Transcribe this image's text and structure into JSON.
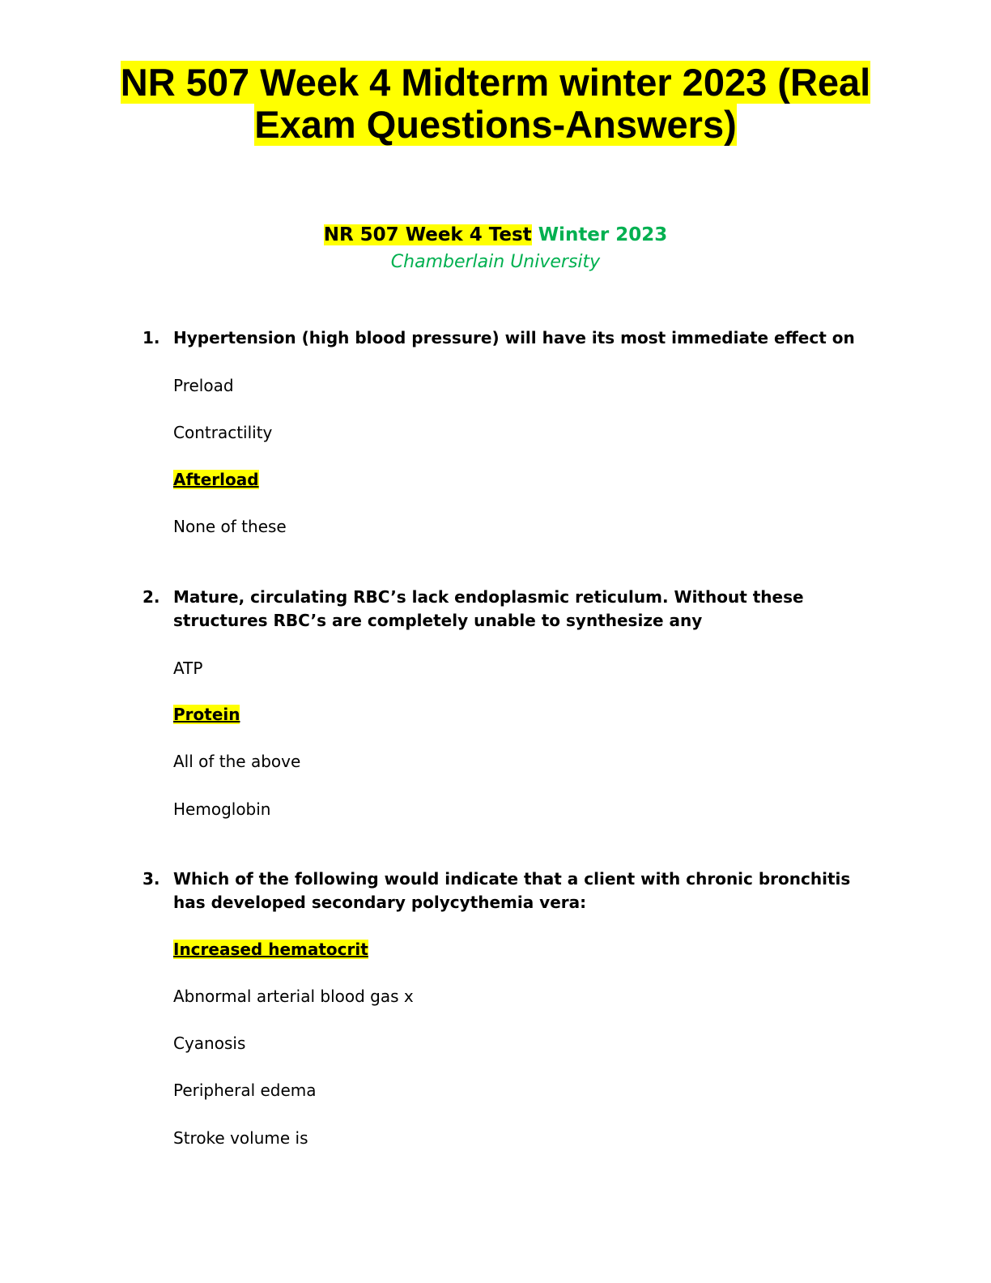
{
  "document": {
    "title_line1": "NR 507 Week 4 Midterm winter 2023 (Real",
    "title_line2": "Exam Questions-Answers)",
    "subhead_highlighted": "NR 507 Week 4 Test",
    "subhead_green": "Winter 2023",
    "university": "Chamberlain University",
    "colors": {
      "highlight": "#ffff00",
      "green": "#00b050"
    }
  },
  "questions": [
    {
      "number": "1.",
      "text": "Hypertension (high blood pressure) will have its most immediate effect on",
      "options": [
        "Preload",
        "Contractility",
        "Afterload",
        "None of these"
      ],
      "correct": "Afterload"
    },
    {
      "number": "2.",
      "text": "Mature, circulating RBC’s lack endoplasmic reticulum. Without these structures RBC’s are completely unable to synthesize any",
      "options": [
        "ATP",
        "Protein",
        "All of the above",
        "Hemoglobin"
      ],
      "correct": "Protein"
    },
    {
      "number": "3.",
      "text": "Which of the following would indicate that a client with chronic bronchitis has developed secondary polycythemia vera:",
      "options": [
        "Increased hematocrit",
        "Abnormal arterial blood gas x",
        "Cyanosis",
        "Peripheral edema",
        "Stroke volume is"
      ],
      "correct": "Increased hematocrit"
    }
  ]
}
